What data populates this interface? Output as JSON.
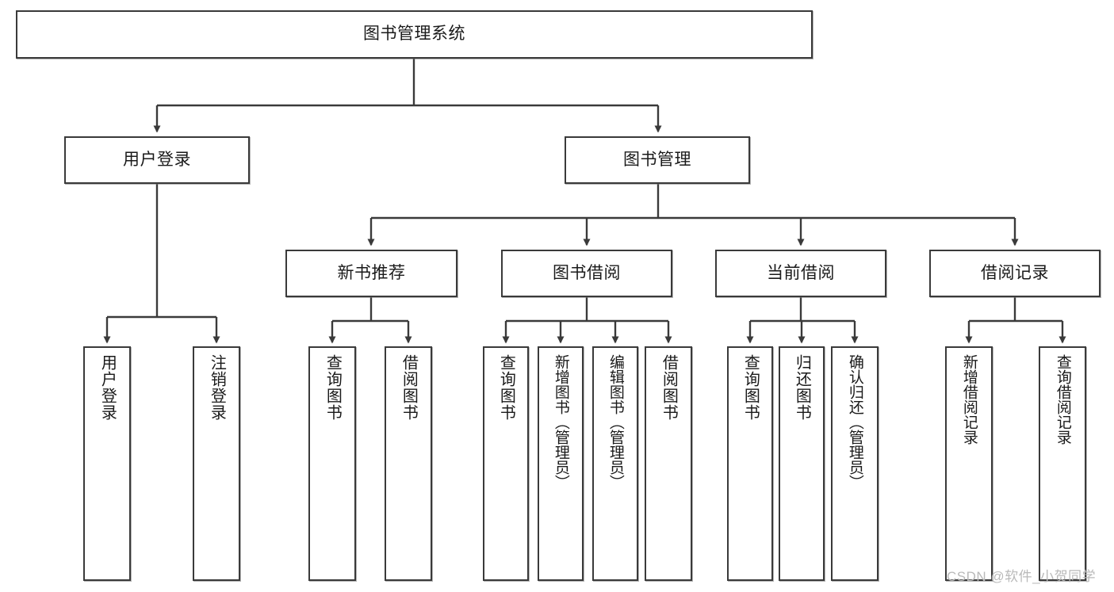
{
  "diagram": {
    "title": "图书管理系统",
    "type": "tree-hierarchy",
    "root": {
      "label": "图书管理系统"
    },
    "level2": [
      {
        "label": "用户登录"
      },
      {
        "label": "图书管理"
      }
    ],
    "level3": [
      {
        "label": "新书推荐"
      },
      {
        "label": "图书借阅"
      },
      {
        "label": "当前借阅"
      },
      {
        "label": "借阅记录"
      }
    ],
    "leaves": {
      "user_login": [
        {
          "label": "用户登录"
        },
        {
          "label": "注销登录"
        }
      ],
      "new_book_recommend": [
        {
          "label": "查询图书"
        },
        {
          "label": "借阅图书"
        }
      ],
      "book_borrow": [
        {
          "label": "查询图书"
        },
        {
          "label": "新增图书（管理员）"
        },
        {
          "label": "编辑图书（管理员）"
        },
        {
          "label": "借阅图书"
        }
      ],
      "current_borrow": [
        {
          "label": "查询图书"
        },
        {
          "label": "归还图书"
        },
        {
          "label": "确认归还（管理员）"
        }
      ],
      "borrow_record": [
        {
          "label": "新增借阅记录"
        },
        {
          "label": "查询借阅记录"
        }
      ]
    }
  },
  "watermark": {
    "text": "CSDN @软件_小贺同学"
  },
  "colors": {
    "stroke": "#3a3a3a",
    "background": "#ffffff",
    "text": "#1a1a1a",
    "watermark": "#b9b9b9"
  }
}
